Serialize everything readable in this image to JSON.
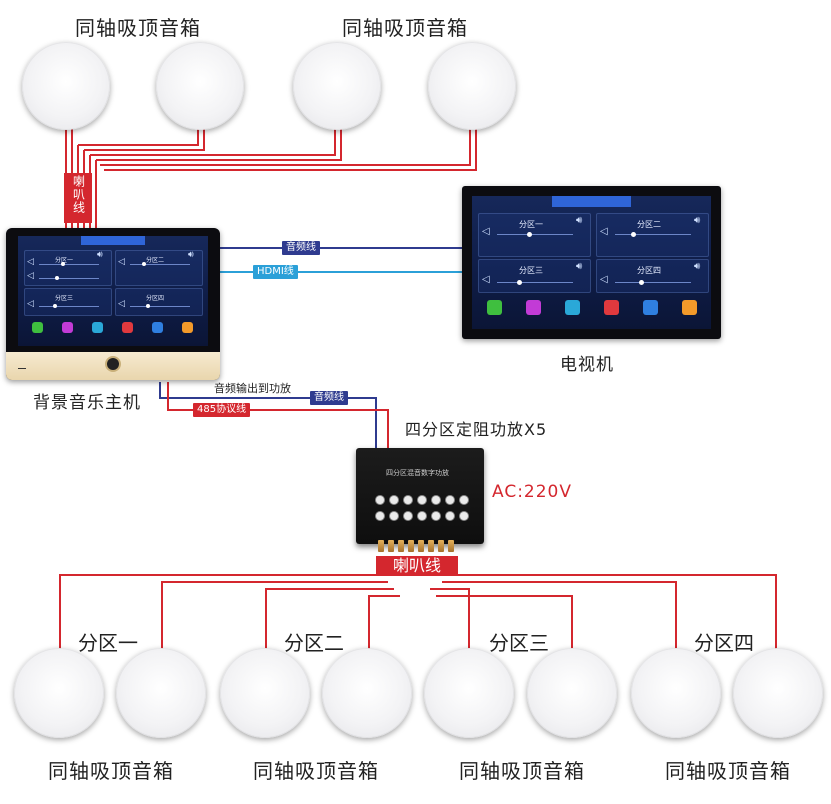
{
  "top": {
    "speaker_label": "同轴吸顶音箱",
    "cable_label": "喇叭线"
  },
  "host": {
    "caption": "背景音乐主机",
    "tabs": [
      "",
      "",
      ""
    ],
    "zones": [
      "分区一",
      "分区二",
      "分区三",
      "分区四"
    ],
    "apps": [
      {
        "icon": "music-icon",
        "color": "#3fbf3f",
        "label": ""
      },
      {
        "icon": "web-icon",
        "color": "#c23bd6",
        "label": ""
      },
      {
        "icon": "bluetooth-icon",
        "color": "#2aa8d8",
        "label": ""
      },
      {
        "icon": "aux-icon",
        "color": "#e0393e",
        "label": ""
      },
      {
        "icon": "compass-icon",
        "color": "#2f7fe0",
        "label": ""
      },
      {
        "icon": "settings-icon",
        "color": "#f39a2a",
        "label": ""
      }
    ]
  },
  "tv": {
    "caption": "电视机",
    "zones": [
      "分区一",
      "分区二",
      "分区三",
      "分区四"
    ]
  },
  "links": {
    "audio_label": "音频线",
    "hdmi_label": "HDMI线",
    "output_to_amp": "音频输出到功放",
    "protocol_label": "485协议线",
    "audio_label_2": "音频线"
  },
  "amp": {
    "title": "四分区定阻功放X5",
    "ac_label": "AC:220V",
    "panel_text": "四分区混音数字功放",
    "cable_label": "喇叭线"
  },
  "bottom": {
    "zone_labels": [
      "分区一",
      "分区二",
      "分区三",
      "分区四"
    ],
    "speaker_label": "同轴吸顶音箱"
  },
  "colors": {
    "speaker_wire": "#d4272e",
    "audio_wire": "#2f3b8f",
    "hdmi_wire": "#2ba0d8",
    "amp_ac": "#d4272e"
  }
}
